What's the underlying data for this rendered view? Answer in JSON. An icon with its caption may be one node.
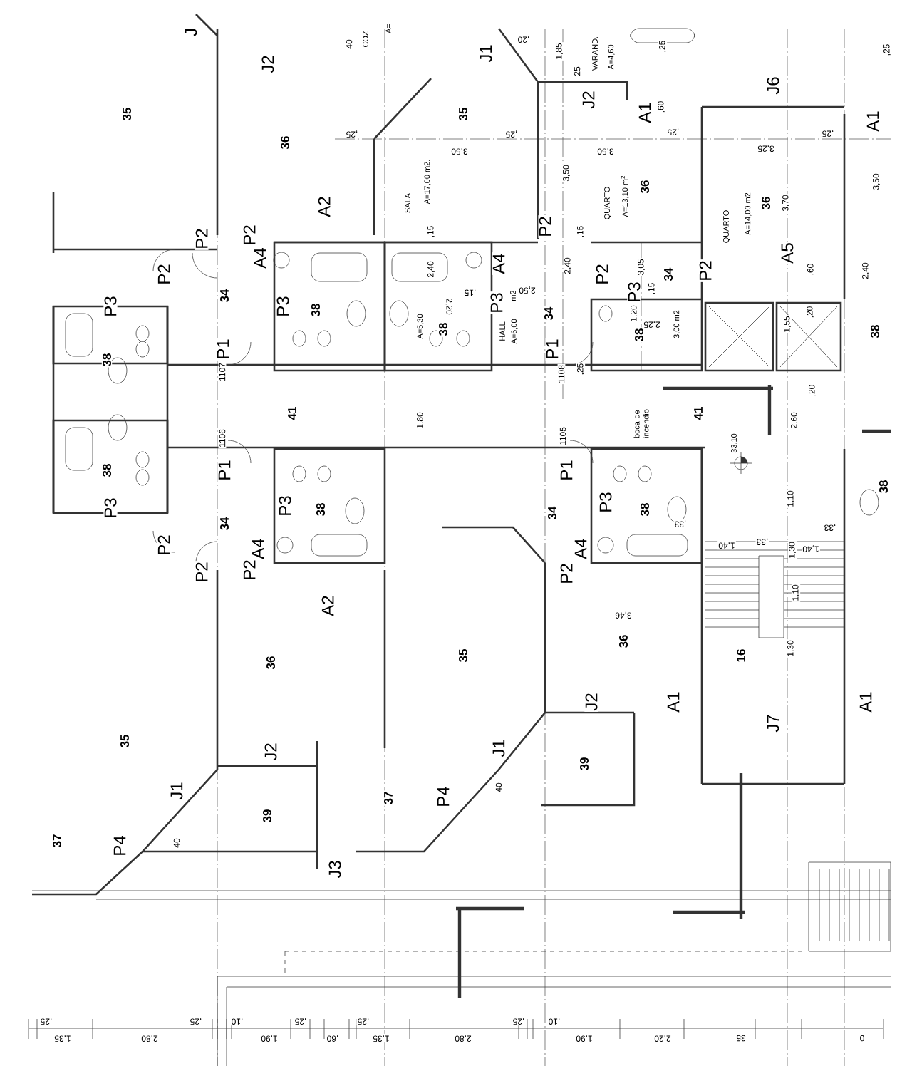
{
  "diagram": {
    "labels": [
      "35",
      "J",
      "J2",
      "36",
      "40",
      "COZ",
      "A=",
      ",25",
      "A2",
      "SALA",
      "A=17,00 m2.",
      "35",
      "3,50",
      ",25",
      "J1",
      ",20",
      "1,85",
      "25",
      "VARAND.",
      "A=4,60",
      ",25",
      "J2",
      "A1",
      ",60",
      ",25",
      "3,50",
      "3,50",
      "QUARTO",
      "A=13,10 m$^{2}$",
      "36",
      "J6",
      ",25",
      ",25",
      "3,25",
      "A1",
      "QUARTO",
      "A=14,00 m2",
      "36",
      "3,70",
      "3,50",
      "P2",
      "P2",
      ",15",
      "P2",
      ",15",
      "A5",
      ",60",
      "P2",
      "A4",
      "2,40",
      "A4",
      "2,40",
      "2,50",
      "P2",
      "3,05",
      "34",
      "P2",
      "2,40",
      "34",
      "P3",
      "P3",
      "38",
      ",15",
      "P3",
      ",15",
      "P3",
      "2,20",
      "A=5,30",
      "38",
      "HALL",
      "m2",
      "A=6,00",
      "34",
      "1,20",
      "2,25",
      "38",
      "3,00 m2",
      ",20",
      "1,55",
      "38",
      "38",
      "P1",
      "P1",
      "1107",
      "1108",
      ",25",
      ",20",
      "41",
      "1,80",
      "boca de incendio",
      "41",
      "2,60",
      "1106",
      "1105",
      "33.10",
      "38",
      "P1",
      "P1",
      "38",
      "1,10",
      "P3",
      "P3",
      "38",
      "34",
      "34",
      "P3",
      "38",
      ",33",
      ",33",
      "P2",
      "A4",
      "A4",
      "1,40",
      ",33",
      "1,30",
      "1,40",
      "P2",
      "P2",
      "P2",
      "1,10",
      "A2",
      "3,46",
      "36",
      "35",
      "36",
      "16",
      "1,30",
      "J2",
      "A1",
      "A1",
      "J7",
      "35",
      "J2",
      "J1",
      "39",
      "J1",
      "37",
      "P4",
      "40",
      "39",
      "37",
      "P4",
      "40",
      "J3",
      ",25",
      "1,35",
      "2,80",
      ",25",
      ",10",
      "1,90",
      ",25",
      ",60",
      ",25",
      "1,35",
      "2,80",
      ",25",
      ",10",
      "1,90",
      "2,20",
      "35",
      "0"
    ]
  }
}
